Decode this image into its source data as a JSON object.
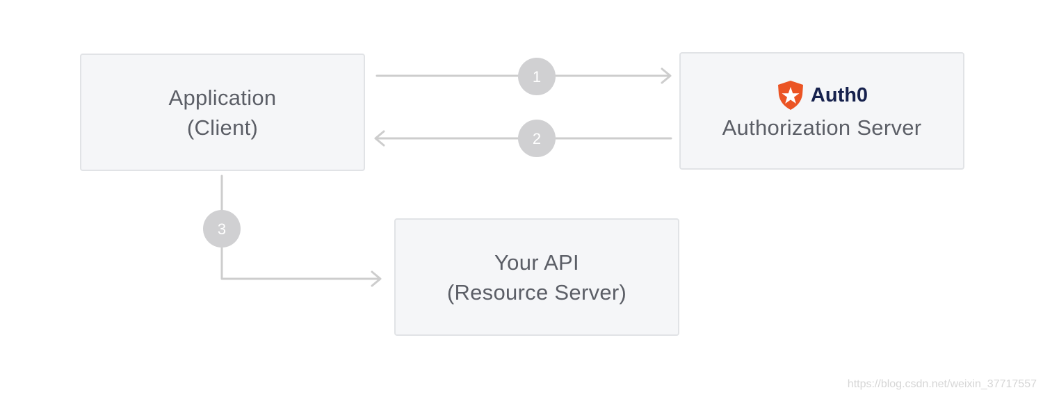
{
  "nodes": {
    "application": {
      "line1": "Application",
      "line2": "(Client)"
    },
    "authorization_server": {
      "brand": "Auth0",
      "label": "Authorization Server"
    },
    "api": {
      "line1": "Your API",
      "line2": "(Resource Server)"
    }
  },
  "steps": {
    "step1": "1",
    "step2": "2",
    "step3": "3"
  },
  "icons": {
    "brand_logo": "auth0-shield-star-icon"
  },
  "colors": {
    "box_fill": "#f5f6f8",
    "box_border": "#e1e3e6",
    "arrow": "#cdcdcd",
    "step_badge": "#d0d0d2",
    "brand_orange": "#eb5424",
    "brand_navy": "#16214d",
    "text": "#5b5e66"
  },
  "watermark": "https://blog.csdn.net/weixin_37717557"
}
